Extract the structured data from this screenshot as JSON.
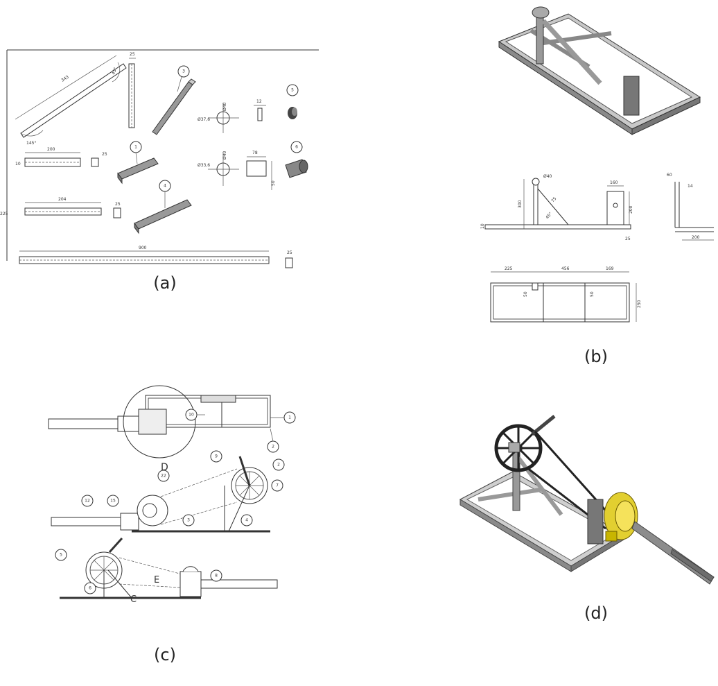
{
  "captions": {
    "a": "(a)",
    "b": "(b)",
    "c": "(c)",
    "d": "(d)"
  },
  "panel_a": {
    "dims": [
      "343",
      "45°",
      "145°",
      "25",
      "Ø40",
      "Ø37,6",
      "12",
      "Ø40",
      "Ø33,6",
      "78",
      "50",
      "200",
      "25",
      "10",
      "204",
      "25",
      "225",
      "900",
      "25"
    ],
    "callouts": [
      "3",
      "1",
      "4",
      "5",
      "6"
    ]
  },
  "panel_b": {
    "dims": [
      "Ø40",
      "300",
      "75",
      "45°",
      "160",
      "200",
      "10",
      "25",
      "60",
      "14",
      "200",
      "225",
      "456",
      "169",
      "250",
      "50",
      "50"
    ]
  },
  "panel_c": {
    "callouts": [
      "10",
      "1",
      "2",
      "9",
      "22",
      "15",
      "7",
      "12",
      "3",
      "4",
      "5",
      "6",
      "8"
    ],
    "labels": [
      "D",
      "E",
      "C"
    ]
  }
}
